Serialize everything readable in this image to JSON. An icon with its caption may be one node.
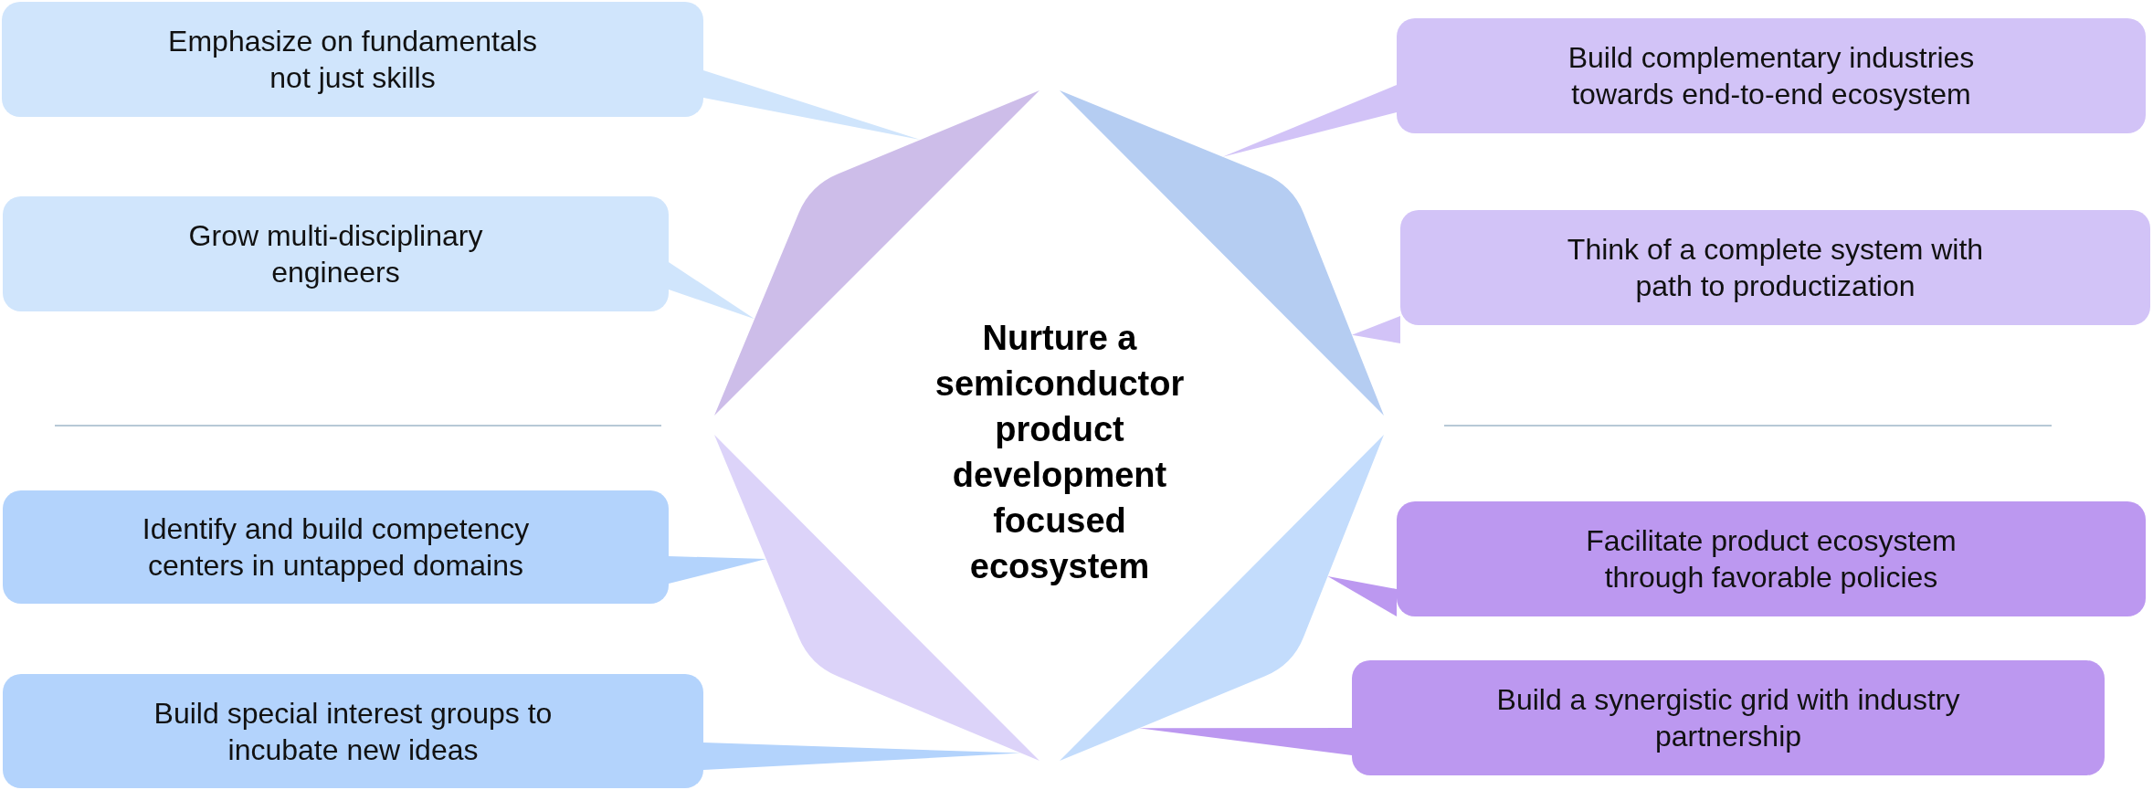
{
  "diagram": {
    "nodes": [
      {
        "text": [
          "Nurture a semiconductor product development focused ecosystem"
        ]
      },
      {
        "text": [],
        "shape": "triangle"
      },
      {
        "text": [],
        "shape": "triangle"
      },
      {
        "text": [],
        "shape": "triangle"
      },
      {
        "text": [],
        "shape": "triangle"
      },
      {
        "text": [
          "Emphasize on fundamentals not just skills"
        ]
      },
      {
        "text": [
          "Grow multi-disciplinary engineers"
        ]
      },
      {
        "text": [
          "Identify and build competency centers in untapped domains"
        ]
      },
      {
        "text": [
          "Build special interest groups to incubate new ideas"
        ]
      },
      {
        "text": [
          "Build complementary industries towards end-to-end ecosystem"
        ]
      },
      {
        "text": [
          "Think of a complete system with path to productization"
        ]
      },
      {
        "text": [
          "Facilitate product ecosystem through favorable policies"
        ]
      },
      {
        "text": [
          "Build a synergistic grid with industry partnership"
        ]
      }
    ],
    "edges": [
      {
        "from": 5,
        "to": 1,
        "arrow": "to",
        "color": "#d0e5fc"
      },
      {
        "from": 6,
        "to": 1,
        "arrow": "to",
        "color": "#d0e5fc"
      },
      {
        "from": 7,
        "to": 3,
        "arrow": "to",
        "color": "#b3d3fc"
      },
      {
        "from": 8,
        "to": 3,
        "arrow": "to",
        "color": "#b3d3fc"
      },
      {
        "from": 9,
        "to": 2,
        "arrow": "to",
        "color": "#d2c3f7"
      },
      {
        "from": 10,
        "to": 2,
        "arrow": "to",
        "color": "#d2c3f7"
      },
      {
        "from": 11,
        "to": 4,
        "arrow": "to",
        "color": "#bc98f0"
      },
      {
        "from": 12,
        "to": 4,
        "arrow": "to",
        "color": "#bc98f0"
      }
    ]
  }
}
